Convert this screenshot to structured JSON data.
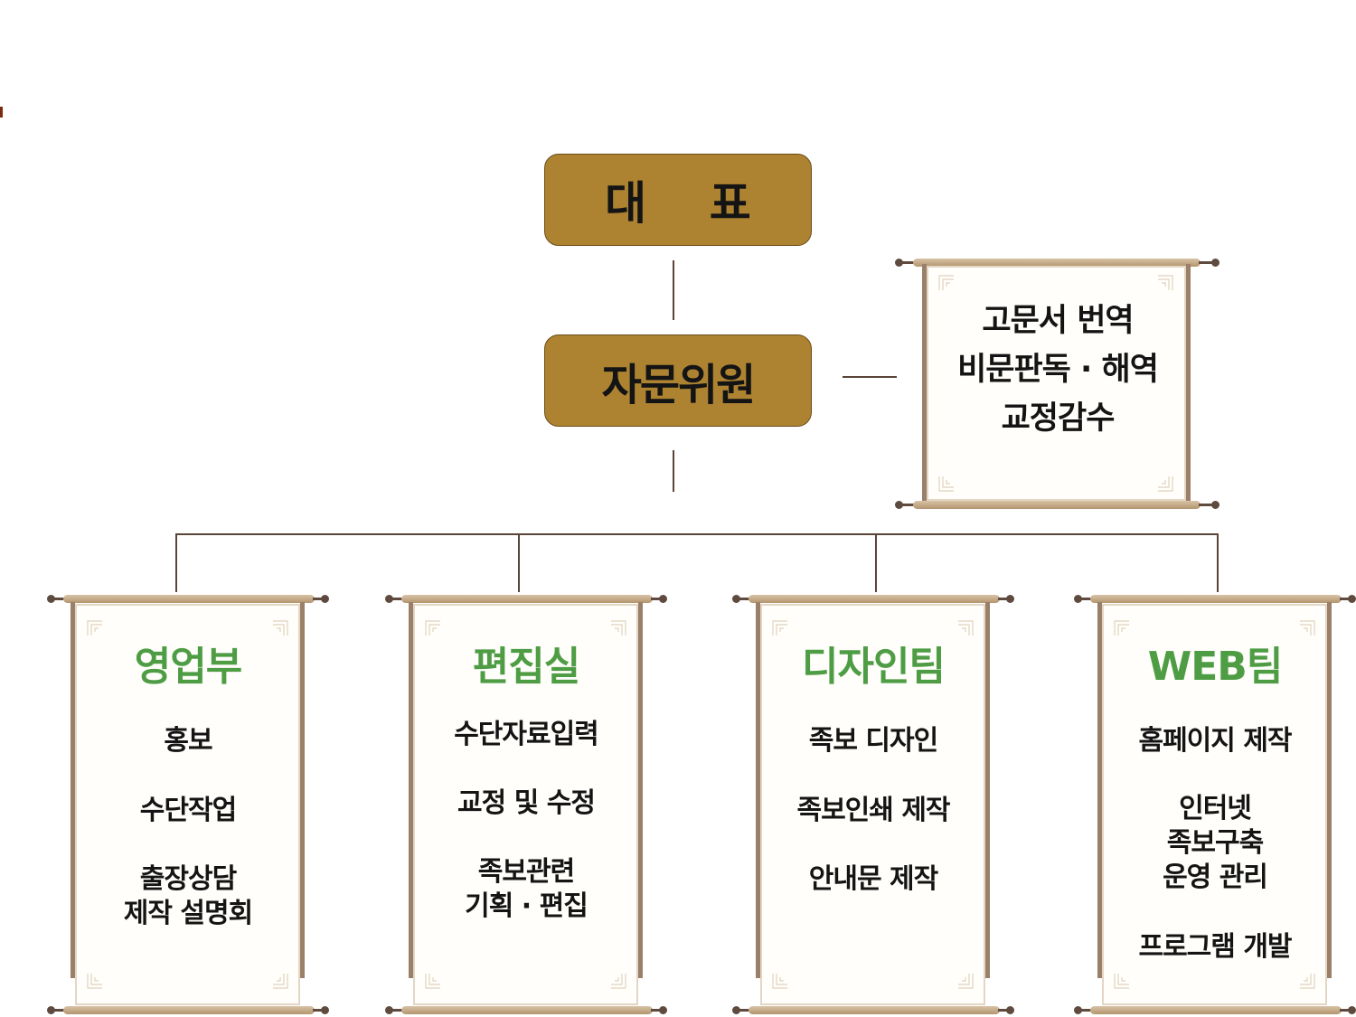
{
  "ceo": {
    "label": "대    표"
  },
  "advisory": {
    "label": "자문위원"
  },
  "advisory_duties": {
    "lines": [
      "고문서 번역",
      "비문판독 · 해역",
      "교정감수"
    ]
  },
  "departments": [
    {
      "title": "영업부",
      "items": [
        "홍보",
        "수단작업",
        "출장상담\n제작 설명회"
      ]
    },
    {
      "title": "편집실",
      "items": [
        "수단자료입력",
        "교정 및 수정",
        "족보관련\n기획 · 편집"
      ]
    },
    {
      "title": "디자인팀",
      "items": [
        "족보 디자인",
        "족보인쇄 제작",
        "안내문 제작"
      ]
    },
    {
      "title": "WEB팀",
      "items": [
        "홈페이지 제작",
        "인터넷\n족보구축\n운영 관리",
        "프로그램 개발"
      ]
    }
  ],
  "colors": {
    "gold_box": "#ad8331",
    "dept_title": "#4e9d45",
    "scroll_rod": "#c2a784",
    "connector": "#5a4438"
  }
}
